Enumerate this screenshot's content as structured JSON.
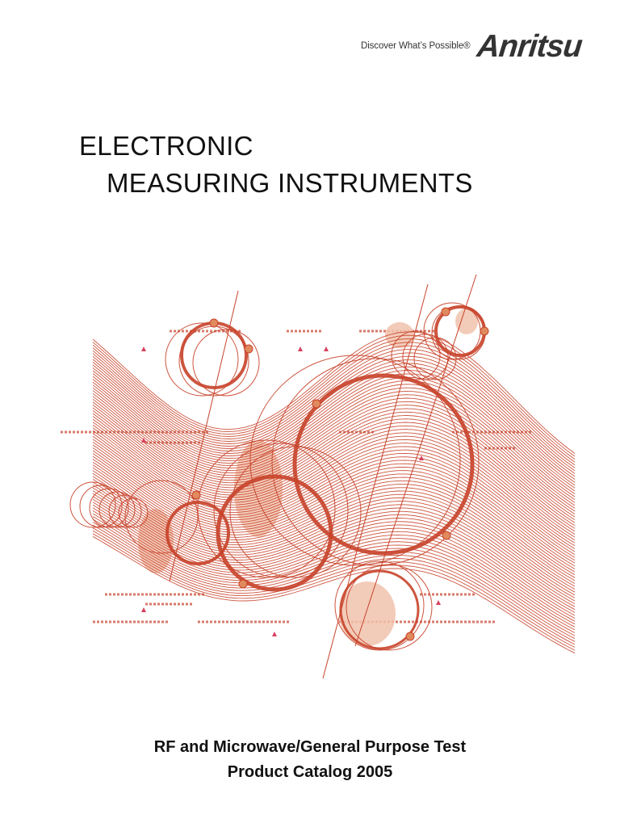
{
  "header": {
    "tagline": "Discover What’s Possible®",
    "logo_text": "Anritsu"
  },
  "title": {
    "line1": "ELECTRONIC",
    "line2": "MEASURING INSTRUMENTS"
  },
  "subtitle": {
    "line1": "RF and Microwave/General Purpose Test",
    "line2": "Product Catalog 2005"
  },
  "colors": {
    "accent": "#c8432a",
    "accent_light": "#f1c2ad",
    "text": "#111111",
    "logo": "#333333"
  }
}
